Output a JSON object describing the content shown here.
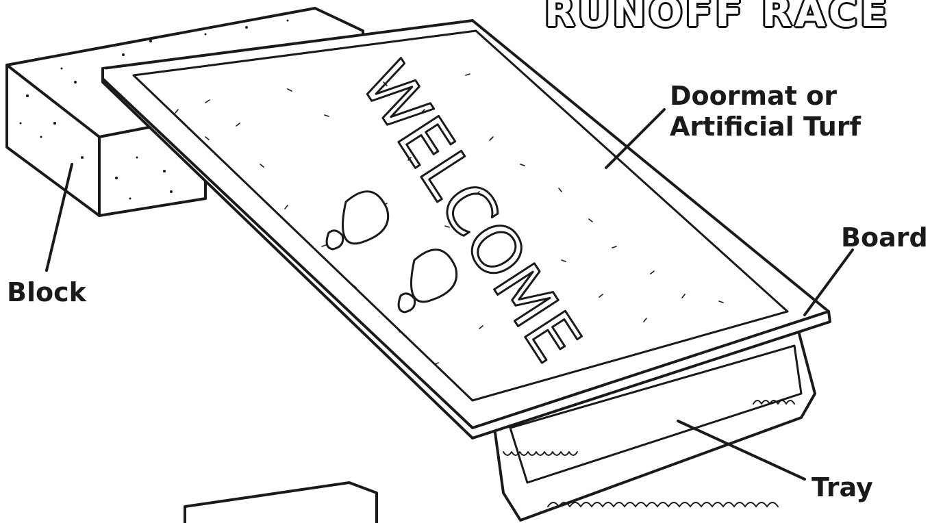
{
  "title": "RUNOFF RACE",
  "mat_text": "WELCOME",
  "labels": {
    "doormat_line1": "Doormat or",
    "doormat_line2": "Artificial Turf",
    "board": "Board",
    "block": "Block",
    "tray": "Tray"
  },
  "colors": {
    "ink": "#1a1a1a",
    "paper": "#ffffff"
  }
}
